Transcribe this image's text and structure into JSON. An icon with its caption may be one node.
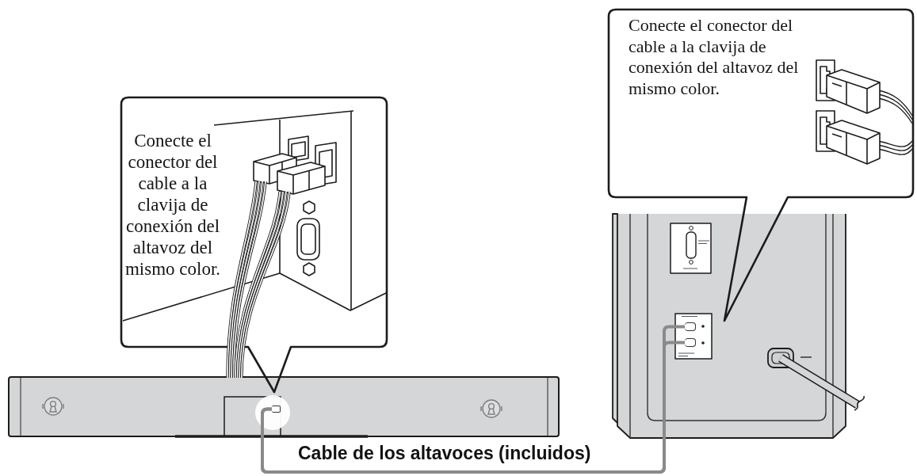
{
  "diagram": {
    "nodes": [
      {
        "text": [
          "Conecte el conector del cable a la clavija de conexión del altavoz del mismo color."
        ]
      },
      {
        "text": [
          "Conecte el conector del cable a la clavija de conexión del altavoz del mismo color."
        ]
      },
      {
        "text": [],
        "shape": "picture"
      },
      {
        "text": [],
        "shape": "box",
        "in": 2
      },
      {
        "text": [],
        "shape": "picture"
      },
      {
        "text": [],
        "shape": "box",
        "in": 4
      },
      {
        "text": [],
        "shape": "box",
        "in": 4
      }
    ],
    "edges": [
      {
        "from": 3,
        "to": 5,
        "arrow": "none",
        "label": "Cable de los altavoces (incluidos)"
      },
      {
        "from": 3,
        "to": 6,
        "arrow": "none"
      }
    ]
  }
}
